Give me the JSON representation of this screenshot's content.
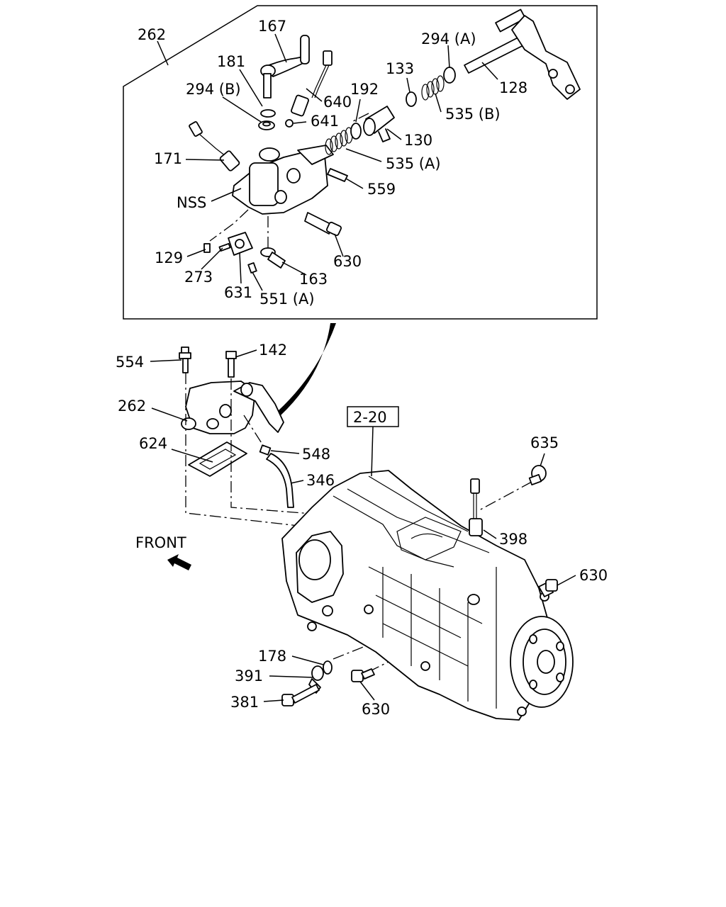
{
  "labels": {
    "l262a": "262",
    "l167": "167",
    "l181": "181",
    "l294b": "294 (B)",
    "l294a": "294 (A)",
    "l133": "133",
    "l192": "192",
    "l640": "640",
    "l641": "641",
    "l128": "128",
    "l535b": "535 (B)",
    "l130": "130",
    "l535a": "535 (A)",
    "l171": "171",
    "lnss": "NSS",
    "l559": "559",
    "l129": "129",
    "l273": "273",
    "l630a": "630",
    "l631": "631",
    "l551a": "551 (A)",
    "l163": "163",
    "l554": "554",
    "l142": "142",
    "l262b": "262",
    "l624": "624",
    "l548": "548",
    "l346": "346",
    "l220": "2-20",
    "l635": "635",
    "l398": "398",
    "l630b": "630",
    "lfront": "FRONT",
    "l178": "178",
    "l391": "391",
    "l381": "381",
    "l630c": "630"
  },
  "colors": {
    "ink": "#000000",
    "paper": "#ffffff"
  },
  "icons": {
    "front_arrow": "front-arrow-icon"
  }
}
